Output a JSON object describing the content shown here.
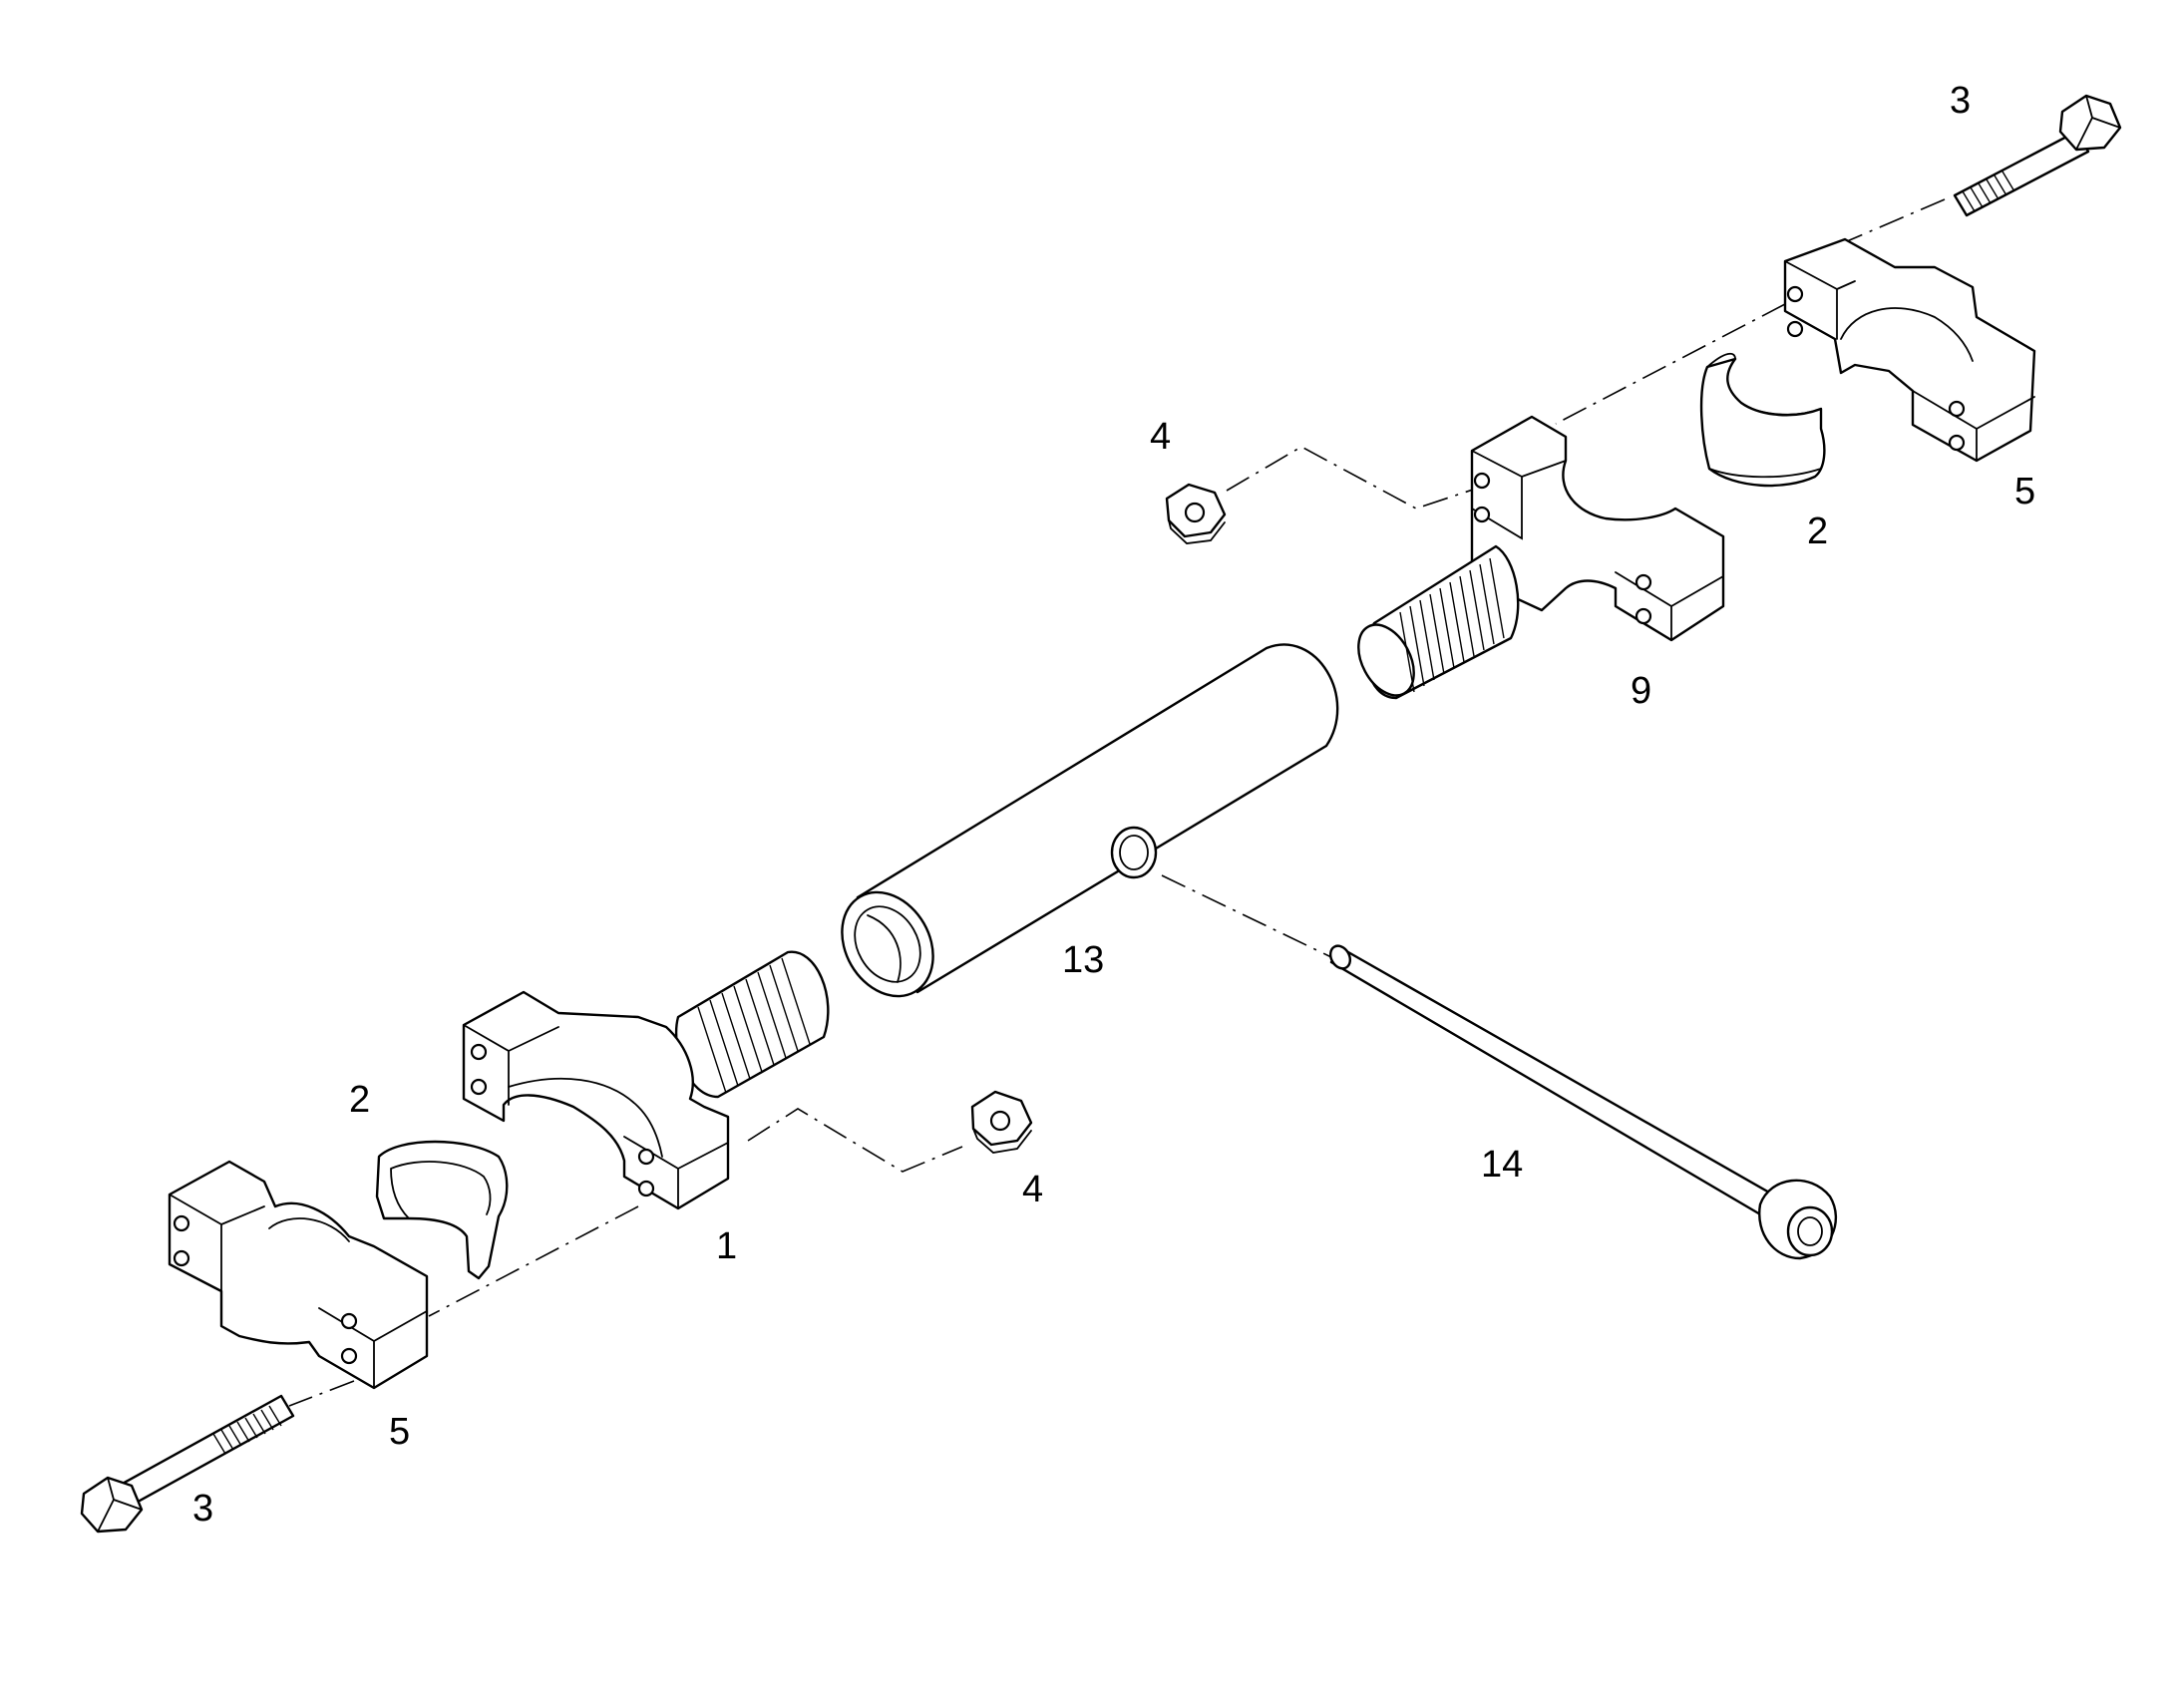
{
  "callouts": {
    "bolt_top_right": "3",
    "nut_top": "4",
    "clamp_right": "5",
    "insert_right": "2",
    "end_fitting_right": "9",
    "sleeve": "13",
    "insert_left": "2",
    "nut_bottom": "4",
    "end_fitting_left": "1",
    "rod": "14",
    "clamp_left": "5",
    "bolt_bottom_left": "3"
  }
}
